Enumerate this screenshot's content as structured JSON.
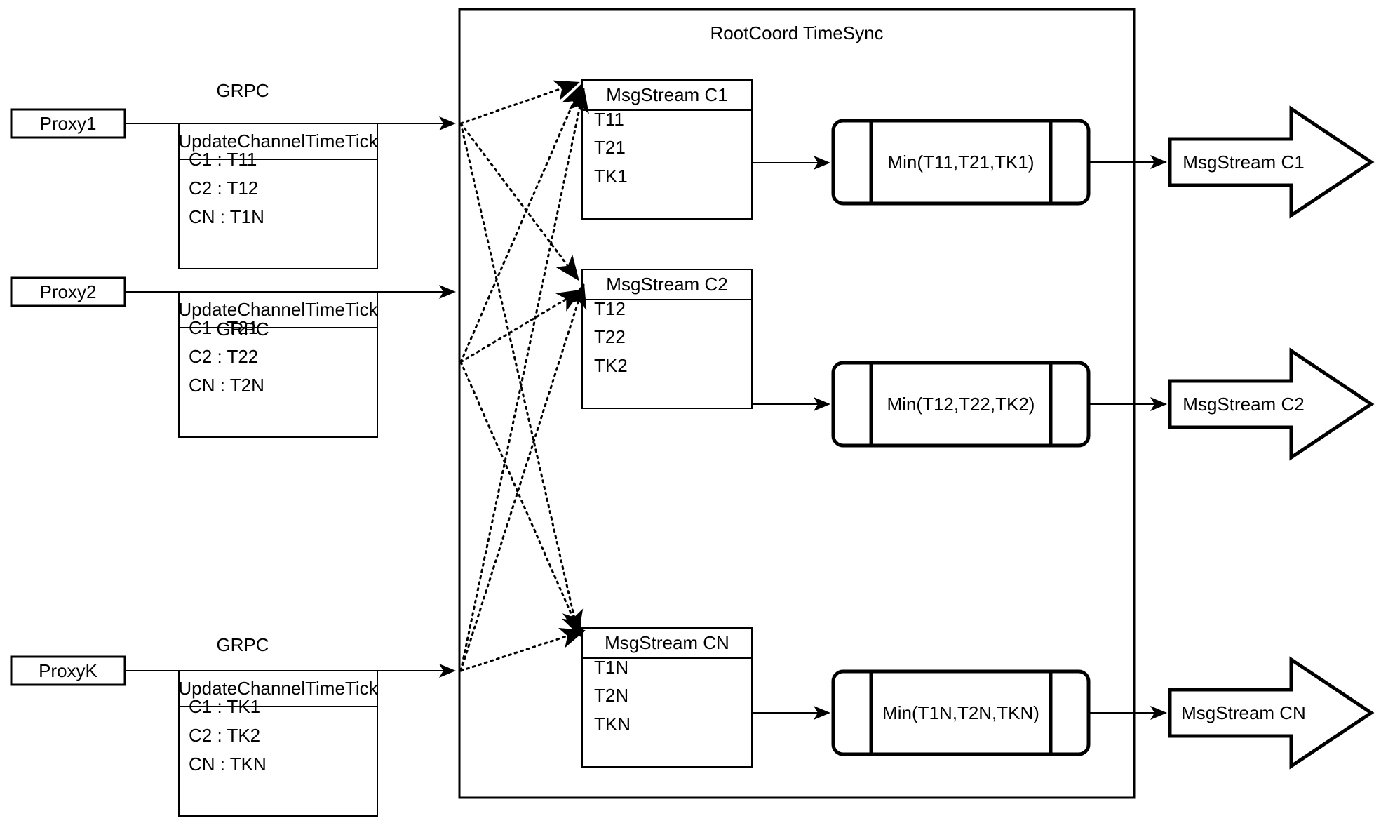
{
  "diagram": {
    "title": "RootCoord TimeSync",
    "container_label": "RootCoord TimeSync"
  },
  "rows": [
    {
      "proxy": "Proxy1",
      "link_label": "GRPC",
      "request": {
        "header": "UpdateChannelTimeTick",
        "entries": [
          "C1 :  T11",
          "C2 :  T12",
          "CN : T1N"
        ]
      },
      "msgstream": {
        "header": "MsgStream C1",
        "entries": [
          "T11",
          "T21",
          "TK1"
        ]
      },
      "process": "Min(T11,T21,TK1)",
      "output": "MsgStream C1"
    },
    {
      "proxy": "Proxy2",
      "link_label": "GRPC",
      "request": {
        "header": "UpdateChannelTimeTick",
        "entries": [
          "C1 :  T21",
          "C2 :  T22",
          "CN : T2N"
        ]
      },
      "msgstream": {
        "header": "MsgStream C2",
        "entries": [
          "T12",
          "T22",
          "TK2"
        ]
      },
      "process": "Min(T12,T22,TK2)",
      "output": "MsgStream C2"
    },
    {
      "proxy": "ProxyK",
      "link_label": "GRPC",
      "request": {
        "header": "UpdateChannelTimeTick",
        "entries": [
          "C1 :  TK1",
          "C2 :  TK2",
          "CN : TKN"
        ]
      },
      "msgstream": {
        "header": "MsgStream CN",
        "entries": [
          "T1N",
          "T2N",
          "TKN"
        ]
      },
      "process": "Min(T1N,T2N,TKN)",
      "output": "MsgStream CN"
    }
  ],
  "colors": {
    "stroke": "#000000",
    "fill": "#ffffff",
    "text": "#000000"
  }
}
